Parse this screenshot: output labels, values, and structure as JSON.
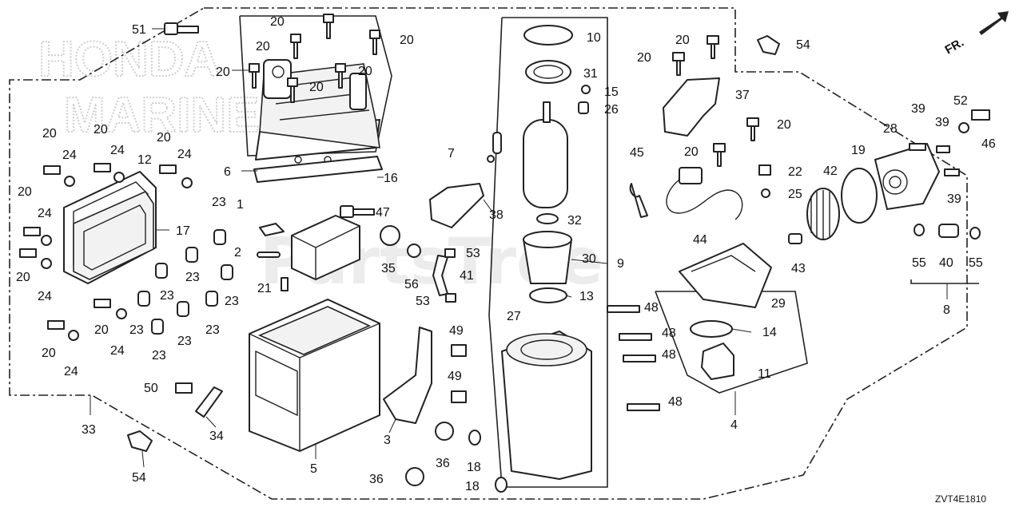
{
  "watermark": {
    "brand_line1": "HONDA",
    "brand_line2": "MARINE",
    "site": "PartsTree"
  },
  "direction_label": "FR.",
  "ref_code": "ZVT4E1810",
  "callouts": {
    "c1": "1",
    "c2": "2",
    "c3": "3",
    "c4": "4",
    "c5": "5",
    "c6": "6",
    "c7": "7",
    "c8": "8",
    "c9": "9",
    "c10": "10",
    "c11": "11",
    "c12": "12",
    "c13": "13",
    "c14": "14",
    "c15": "15",
    "c16": "16",
    "c17": "17",
    "c18": "18",
    "c19": "19",
    "c20": "20",
    "c21": "21",
    "c22": "22",
    "c23": "23",
    "c24": "24",
    "c25": "25",
    "c26": "26",
    "c27": "27",
    "c28": "28",
    "c29": "29",
    "c30": "30",
    "c31": "31",
    "c32": "32",
    "c33": "33",
    "c34": "34",
    "c35": "35",
    "c36": "36",
    "c37": "37",
    "c38": "38",
    "c39": "39",
    "c40": "40",
    "c41": "41",
    "c42": "42",
    "c43": "43",
    "c44": "44",
    "c45": "45",
    "c46": "46",
    "c47": "47",
    "c48": "48",
    "c49": "49",
    "c50": "50",
    "c51": "51",
    "c52": "52",
    "c53": "53",
    "c54": "54",
    "c55": "55",
    "c56": "56"
  }
}
